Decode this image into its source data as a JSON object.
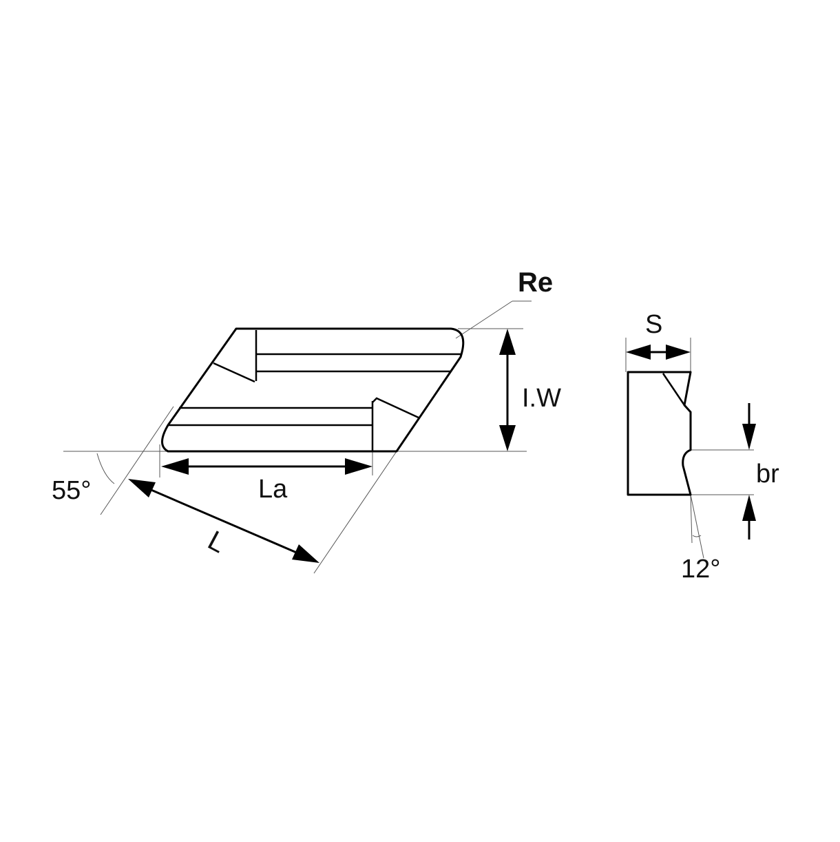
{
  "labels": {
    "re": "Re",
    "iw": "I.W",
    "la": "La",
    "l": "L",
    "angle_55": "55°",
    "s": "S",
    "br": "br",
    "angle_12": "12°"
  },
  "colors": {
    "line": "#000000",
    "extension_line": "#555555",
    "background": "#ffffff"
  }
}
